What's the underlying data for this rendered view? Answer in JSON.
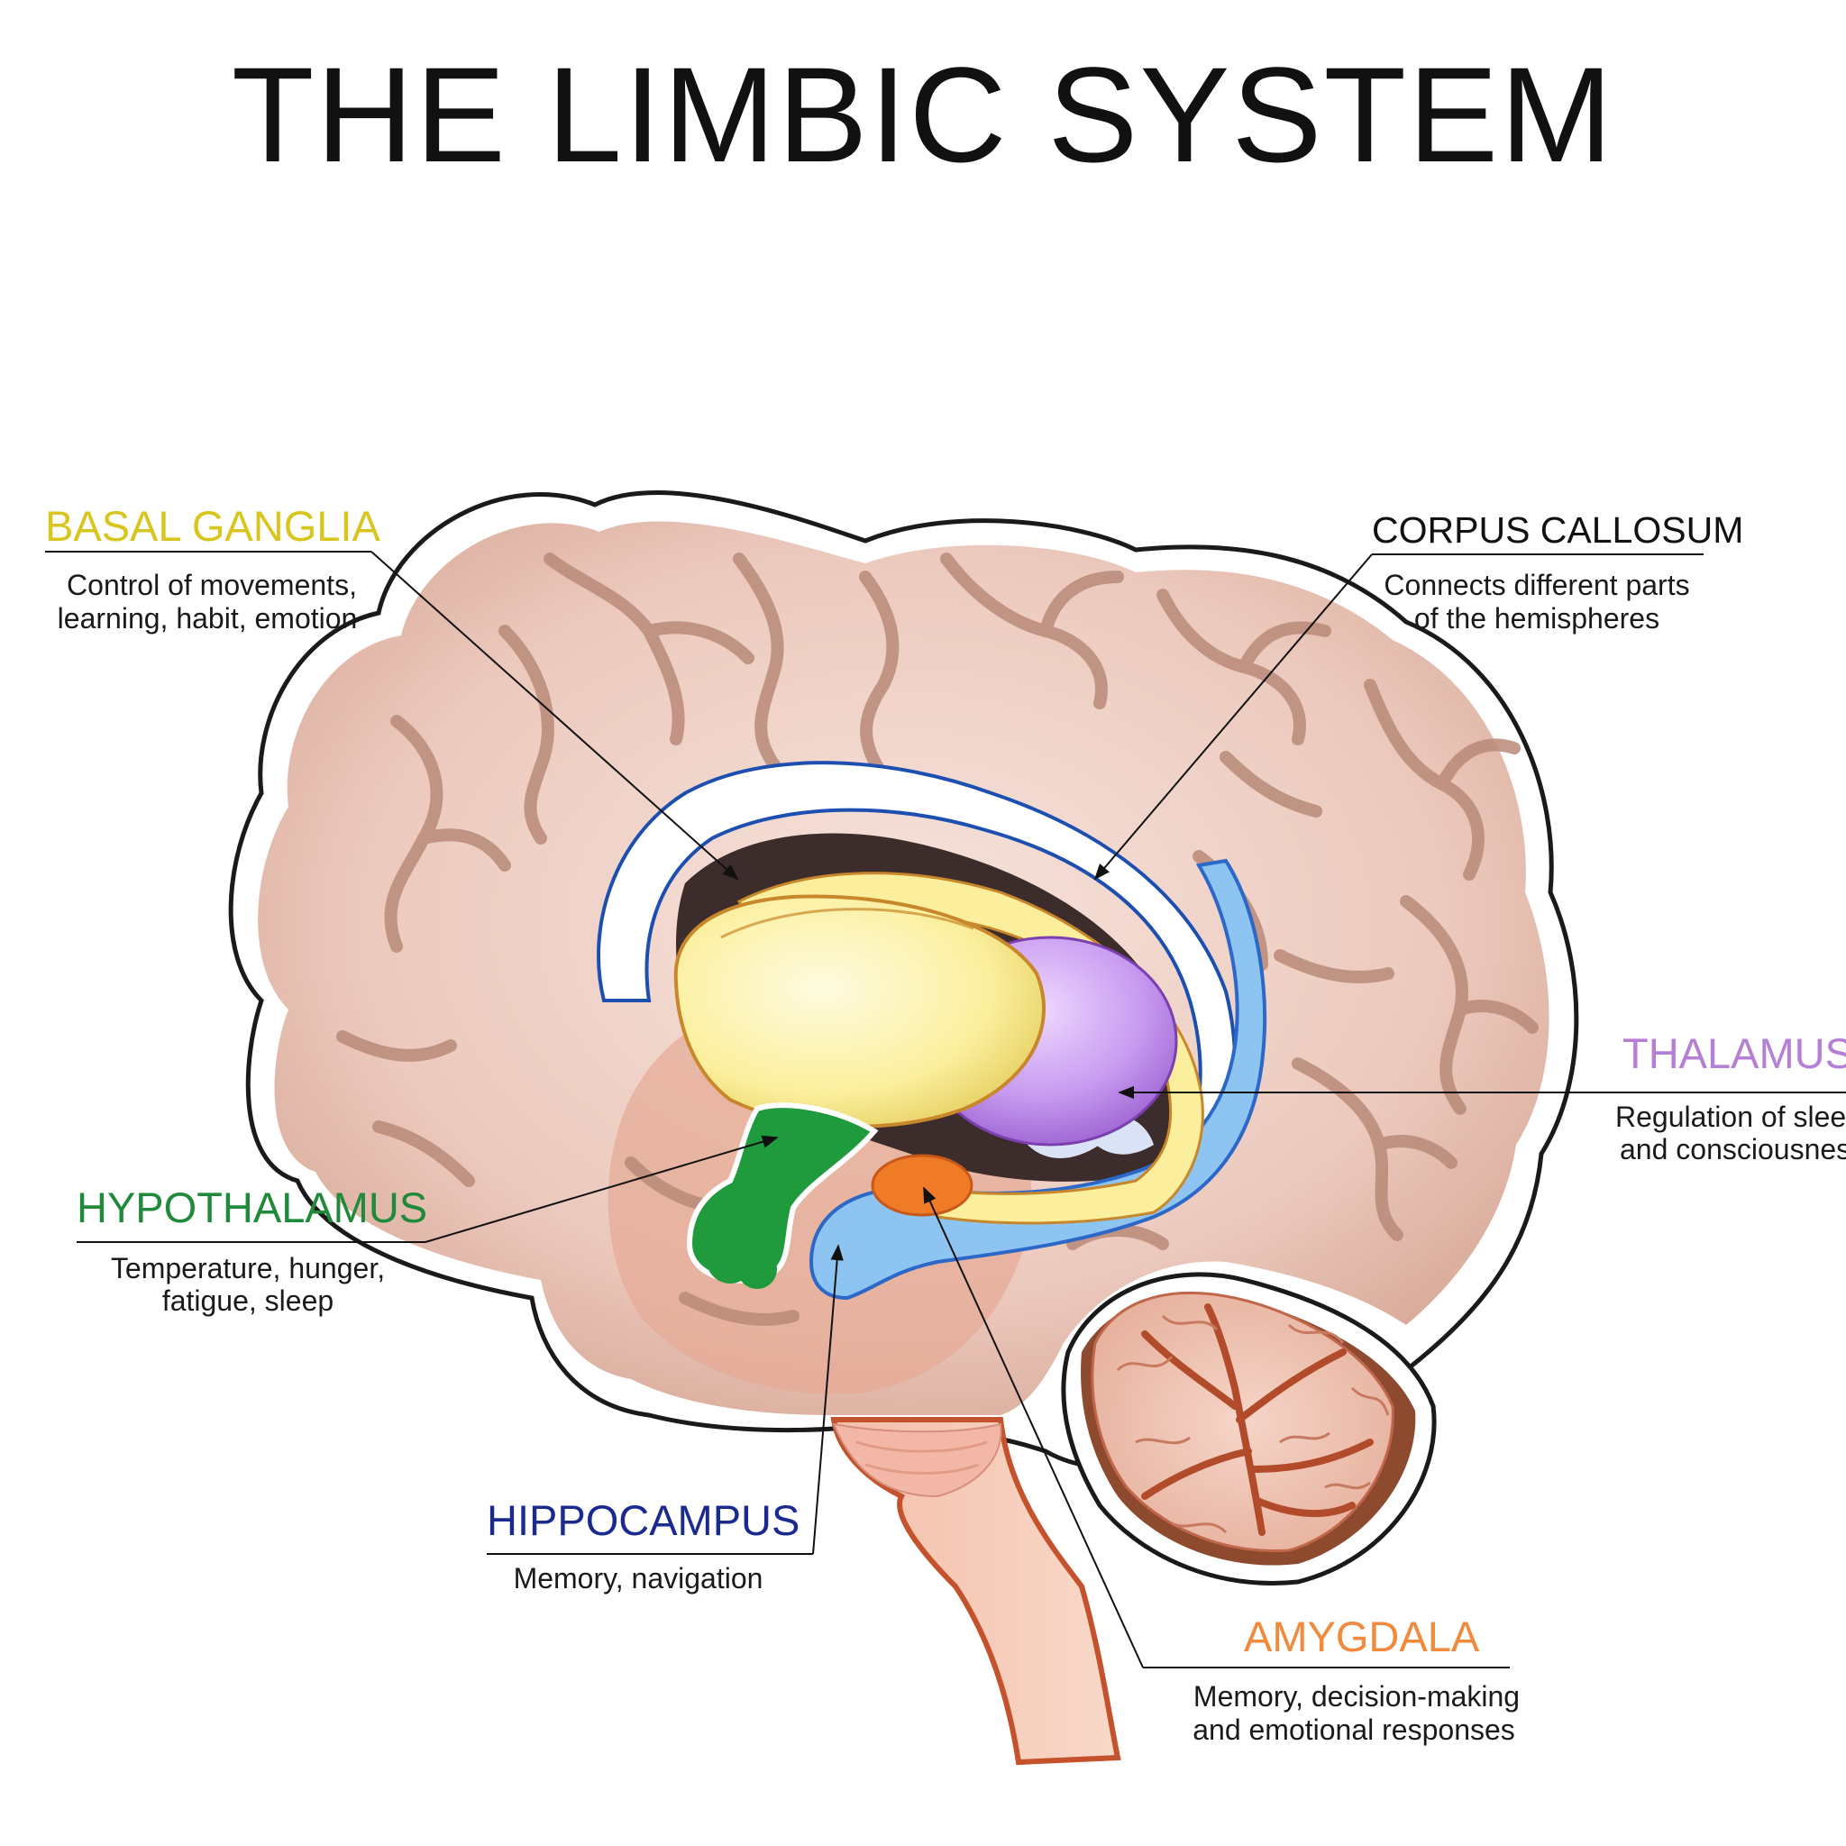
{
  "title": "THE LIMBIC SYSTEM",
  "colors": {
    "basal_ganglia": "#d8c61e",
    "corpus_callosum": "#222222",
    "thalamus": "#b57fd6",
    "hypothalamus": "#1f8a3a",
    "hippocampus": "#1b2a8f",
    "amygdala": "#f08a3c",
    "brain_tissue": "#e9c9bf",
    "sulci": "#b98a78"
  },
  "labels": {
    "basal_ganglia": {
      "name": "BASAL GANGLIA",
      "desc1": "Control of movements,",
      "desc2": "learning, habit, emotion"
    },
    "corpus_callosum": {
      "name": "CORPUS CALLOSUM",
      "desc1": "Connects different parts",
      "desc2": "of the hemispheres"
    },
    "thalamus": {
      "name": "THALAMUS",
      "desc1": "Regulation of sleep",
      "desc2": "and consciousness"
    },
    "hypothalamus": {
      "name": "HYPOTHALAMUS",
      "desc1": "Temperature, hunger,",
      "desc2": "fatigue, sleep"
    },
    "hippocampus": {
      "name": "HIPPOCAMPUS",
      "desc1": "Memory, navigation"
    },
    "amygdala": {
      "name": "AMYGDALA",
      "desc1": "Memory, decision-making",
      "desc2": "and emotional responses"
    }
  }
}
